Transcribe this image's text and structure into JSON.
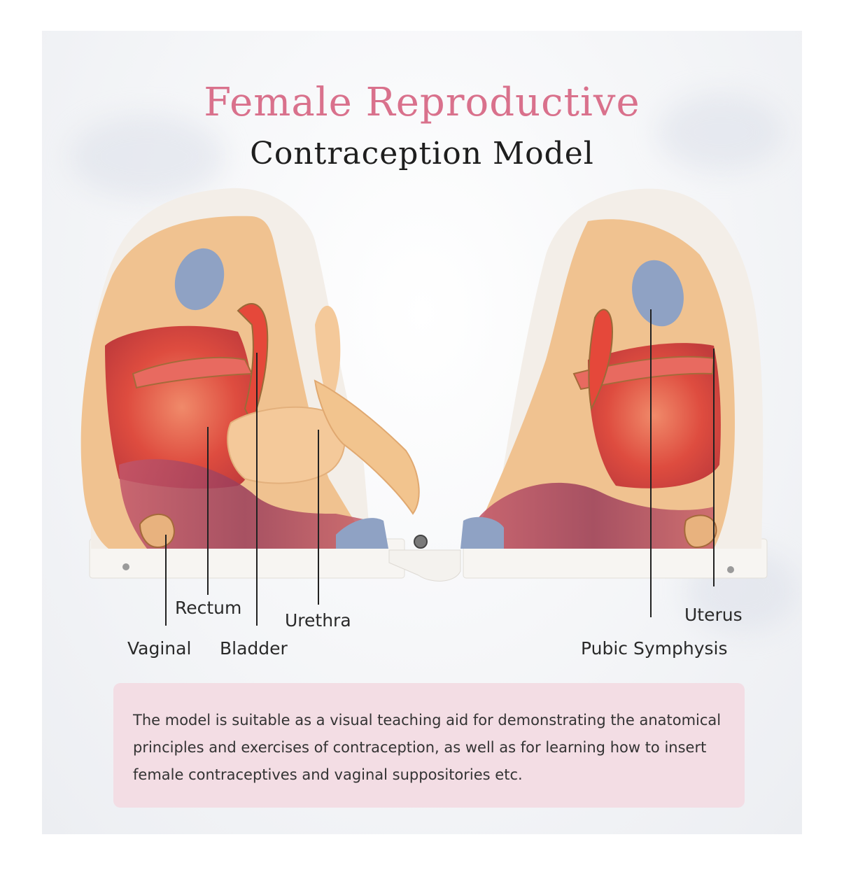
{
  "title": {
    "line1": "Female Reproductive",
    "line2": "Contraception Model"
  },
  "labels": {
    "rectum": "Rectum",
    "urethra": "Urethra",
    "vaginal": "Vaginal",
    "bladder": "Bladder",
    "uterus": "Uterus",
    "pubic_symphysis": "Pubic Symphysis"
  },
  "description": "The model is suitable as a visual teaching aid for demonstrating the anatomical principles and exercises of contraception, as well as for learning how to insert female contraceptives and vaginal suppositories etc.",
  "colors": {
    "title_accent": "#d9718c",
    "title_dark": "#1e1e1e",
    "description_background": "#f3dde4",
    "model_skin": "#f0c290",
    "model_red": "#d94a3e",
    "bone_blue": "#8fa2c4"
  }
}
